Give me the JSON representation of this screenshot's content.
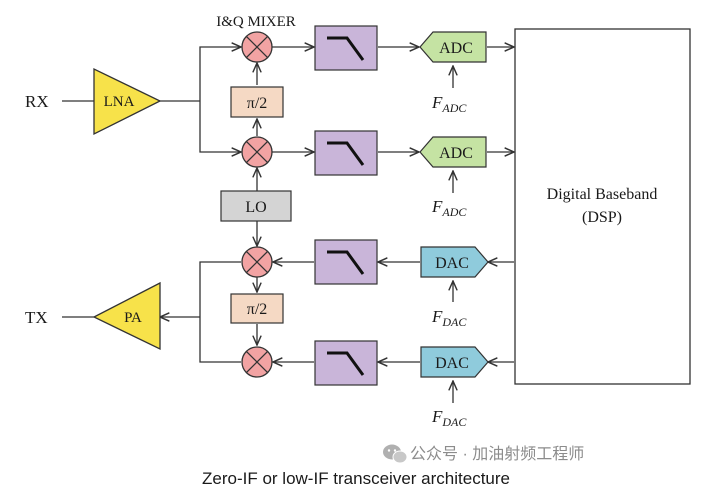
{
  "diagram": {
    "mixer_group_label": "I&Q MIXER",
    "rx_label": "RX",
    "tx_label": "TX",
    "lna_label": "LNA",
    "pa_label": "PA",
    "lo_label": "LO",
    "phase_shift_label": "π/2",
    "adc_label": "ADC",
    "dac_label": "DAC",
    "f_symbol": "F",
    "f_adc_sub": "ADC",
    "f_dac_sub": "DAC",
    "dsp_line1": "Digital Baseband",
    "dsp_line2": "(DSP)",
    "caption": "Zero-IF or low-IF transceiver architecture"
  },
  "watermark": {
    "text": "公众号 · 加油射频工程师",
    "icon": "wechat-icon"
  },
  "colors": {
    "amp_fill": "#f7e24a",
    "mixer_fill": "#f2a3a3",
    "filter_fill": "#c9b5d9",
    "adc_fill": "#c5e3a3",
    "dac_fill": "#8fcbdc",
    "phase_fill": "#f5d9c4",
    "lo_fill": "#d4d4d4"
  }
}
